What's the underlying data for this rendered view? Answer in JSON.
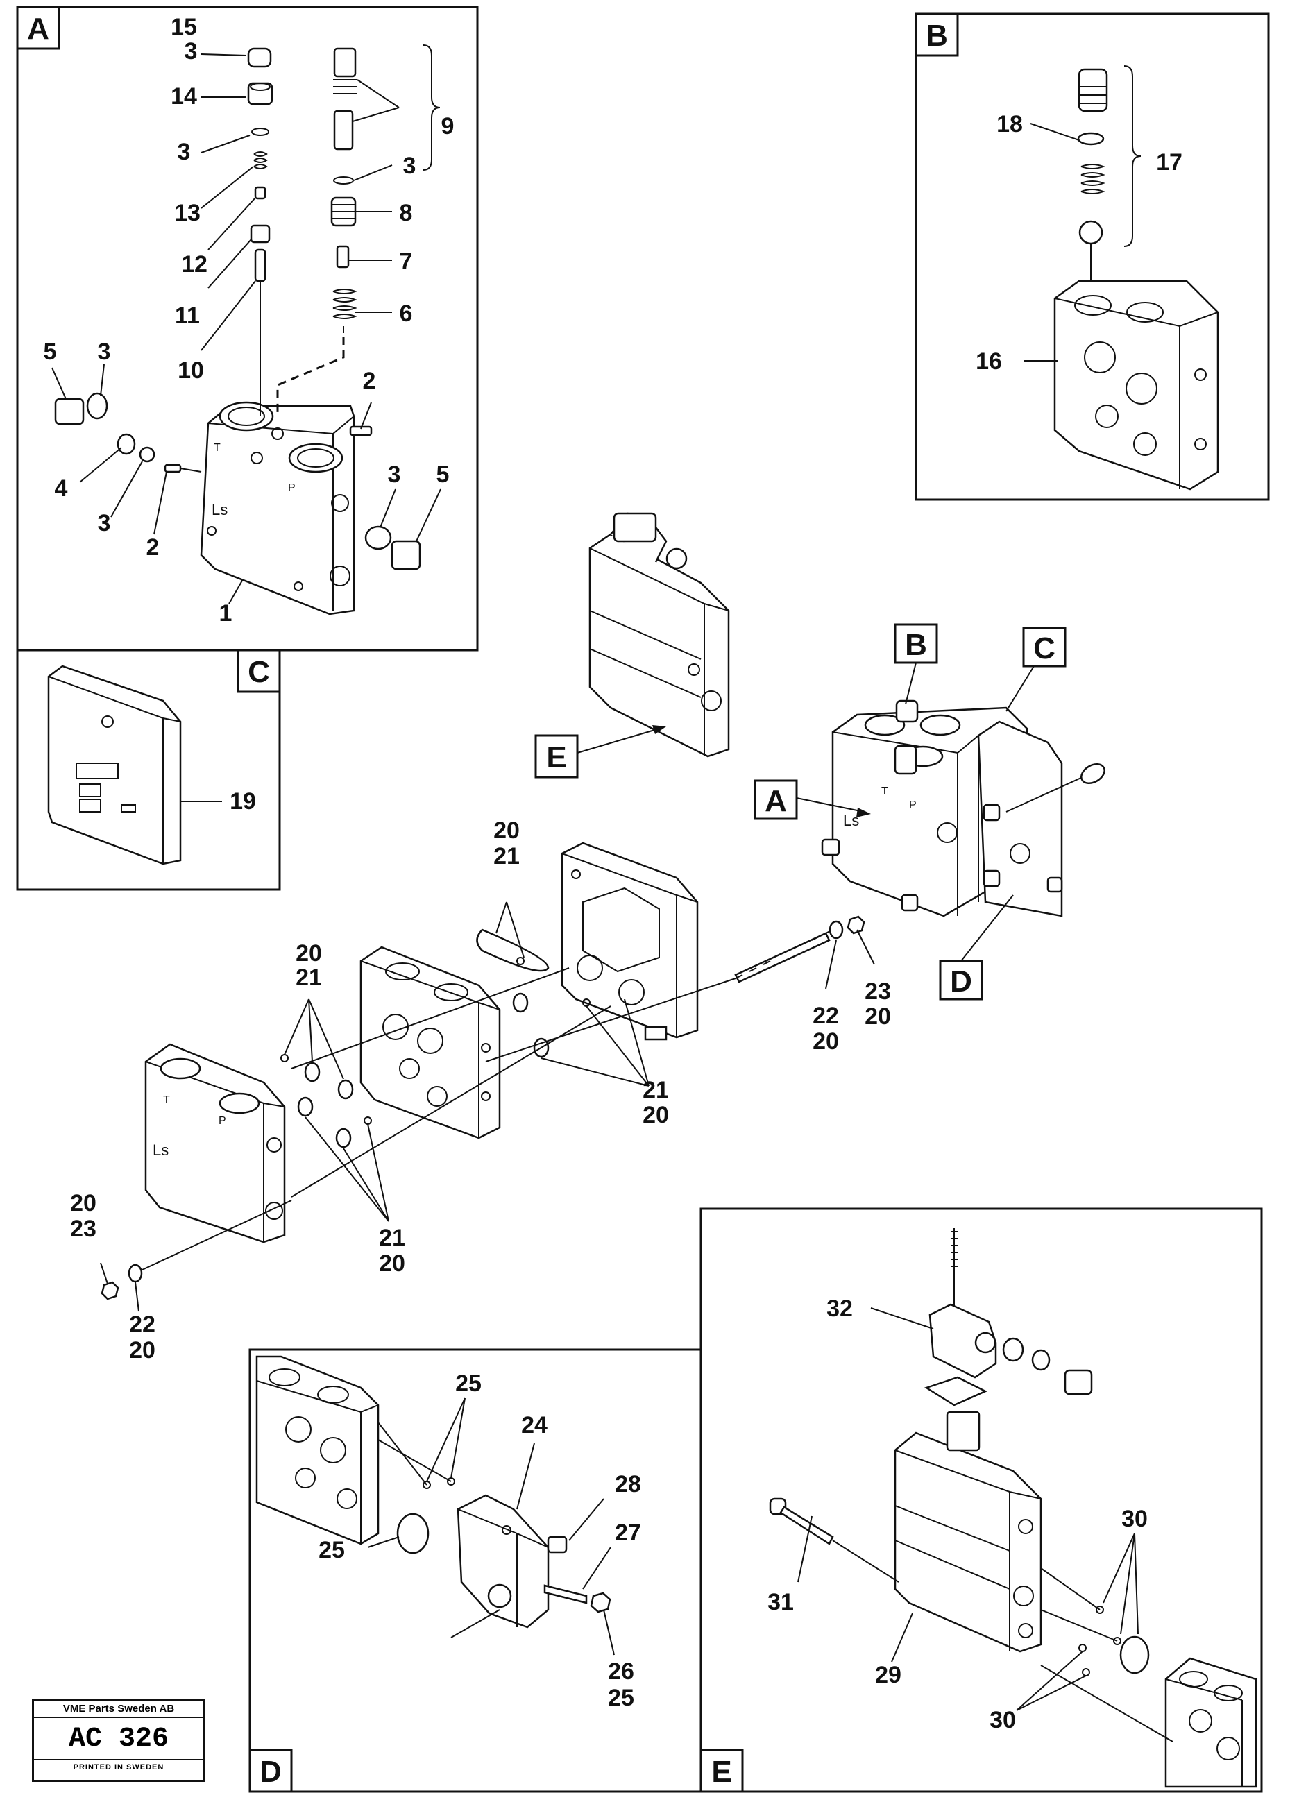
{
  "panels": {
    "A": {
      "tag": "A"
    },
    "B": {
      "tag": "B"
    },
    "C": {
      "tag": "C"
    },
    "D": {
      "tag": "D"
    },
    "E": {
      "tag": "E"
    }
  },
  "callouts": {
    "A": "A",
    "B": "B",
    "C": "C",
    "D": "D",
    "E": "E"
  },
  "labels": {
    "n1": "1",
    "n2": "2",
    "n3": "3",
    "n4": "4",
    "n5": "5",
    "n6": "6",
    "n7": "7",
    "n8": "8",
    "n9": "9",
    "n10": "10",
    "n11": "11",
    "n12": "12",
    "n13": "13",
    "n14": "14",
    "n15": "15",
    "n16": "16",
    "n17": "17",
    "n18": "18",
    "n19": "19",
    "n20": "20",
    "n21": "21",
    "n22": "22",
    "n23": "23",
    "n24": "24",
    "n25": "25",
    "n26": "26",
    "n27": "27",
    "n28": "28",
    "n29": "29",
    "n30": "30",
    "n31": "31",
    "n32": "32"
  },
  "body_markings": {
    "t": "T",
    "p": "P",
    "ls": "Ls"
  },
  "stamp": {
    "company": "VME Parts Sweden AB",
    "code": "AC 326",
    "printed": "PRINTED IN SWEDEN"
  }
}
